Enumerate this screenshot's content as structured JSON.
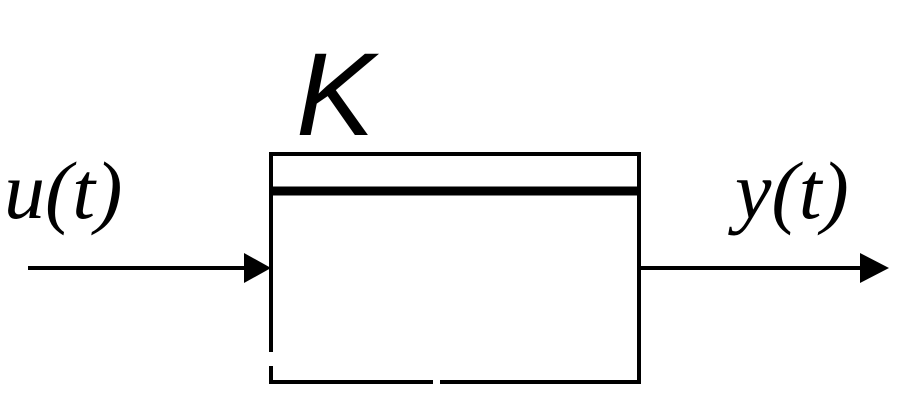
{
  "diagram": {
    "block_label": "K",
    "input_label": "u(t)",
    "output_label": "y(t)",
    "line_color": "#000000",
    "background_color": "#ffffff"
  }
}
